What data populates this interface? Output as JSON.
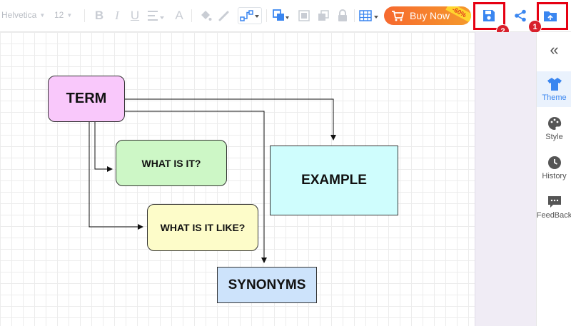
{
  "toolbar": {
    "font_family": "Helvetica",
    "font_size": "12",
    "buy_now_label": "Buy Now",
    "discount_badge": "-60%",
    "annotation_save": "2",
    "annotation_export": "1"
  },
  "diagram": {
    "term": "TERM",
    "what_is_it": "WHAT IS IT?",
    "what_is_it_like": "WHAT IS IT LIKE?",
    "example": "EXAMPLE",
    "synonyms": "SYNONYMS"
  },
  "sidebar": {
    "items": [
      {
        "label": "Theme",
        "icon": "shirt-icon"
      },
      {
        "label": "Style",
        "icon": "palette-icon"
      },
      {
        "label": "History",
        "icon": "clock-icon"
      },
      {
        "label": "FeedBack",
        "icon": "chat-icon"
      }
    ]
  },
  "colors": {
    "accent": "#3a86f0",
    "highlight": "#e60012",
    "buy_button": "#f6692f",
    "term_fill": "#f9c8fb",
    "what_is_it_fill": "#cdf7c6",
    "what_is_it_like_fill": "#fdfcc9",
    "example_fill": "#cffdfd",
    "synonyms_fill": "#cde3fb"
  }
}
